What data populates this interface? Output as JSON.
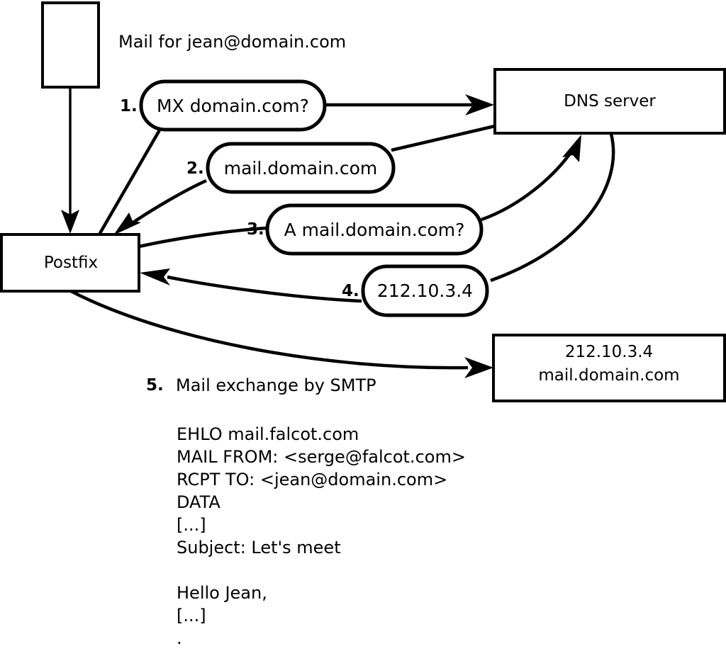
{
  "diagram": {
    "title_caption": "Mail for jean@domain.com",
    "nodes": {
      "client": {
        "label": ""
      },
      "postfix": {
        "label": "Postfix"
      },
      "dns": {
        "label": "DNS server"
      },
      "mailserver": {
        "line1": "212.10.3.4",
        "line2": "mail.domain.com"
      }
    },
    "steps": [
      {
        "number": "1.",
        "label": "MX domain.com?"
      },
      {
        "number": "2.",
        "label": "mail.domain.com"
      },
      {
        "number": "3.",
        "label": "A mail.domain.com?"
      },
      {
        "number": "4.",
        "label": "212.10.3.4"
      }
    ],
    "step5": {
      "number": "5.",
      "label": "Mail exchange by SMTP"
    },
    "smtp_transcript": [
      "EHLO mail.falcot.com",
      "MAIL FROM: <serge@falcot.com>",
      "RCPT TO: <jean@domain.com>",
      "DATA",
      "[...]",
      "Subject: Let's meet",
      "",
      "Hello Jean,",
      "[...]",
      "."
    ],
    "colors": {
      "stroke": "#000000",
      "fill": "#ffffff"
    }
  }
}
